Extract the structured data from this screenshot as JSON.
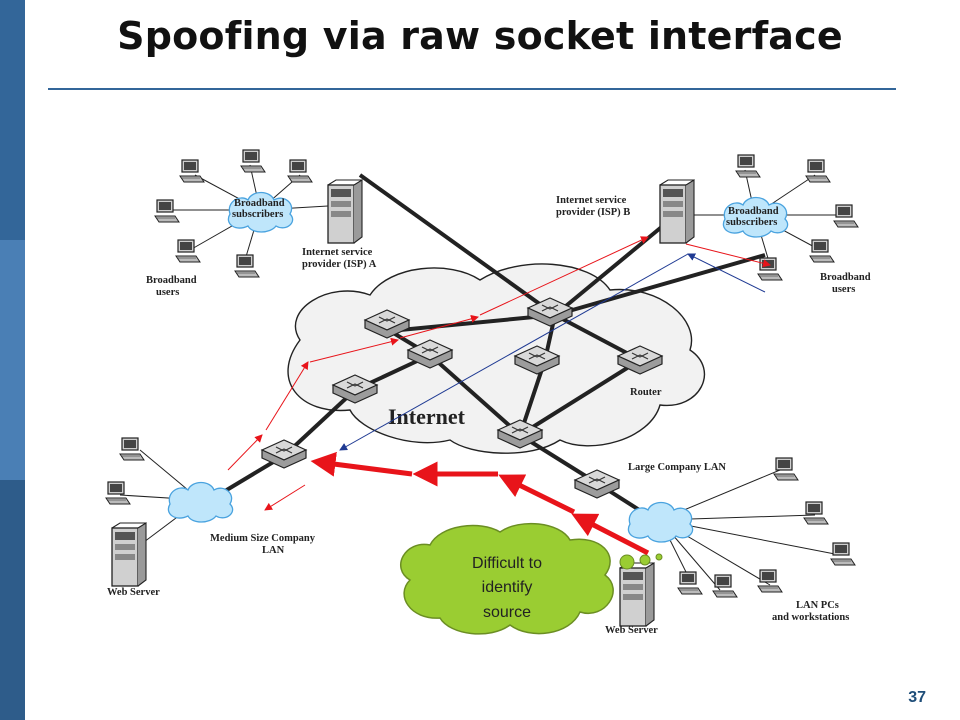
{
  "slide": {
    "title": "Spoofing via raw socket interface",
    "page_number": "37",
    "accent_color": "#336699",
    "sidebar_colors": [
      "#336699",
      "#4a7fb5",
      "#2e5c8a"
    ]
  },
  "diagram": {
    "internet_label": "Internet",
    "router_label": "Router",
    "isp_a_label": [
      "Internet service",
      "provider (ISP) A"
    ],
    "isp_b_label": [
      "Internet service",
      "provider (ISP) B"
    ],
    "broadband_subscribers_label": [
      "Broadband",
      "subscribers"
    ],
    "broadband_users_label": [
      "Broadband",
      "users"
    ],
    "medium_lan_label": [
      "Medium Size Company",
      "LAN"
    ],
    "large_lan_label": "Large Company LAN",
    "web_server_label": "Web Server",
    "lan_pcs_label": [
      "LAN PCs",
      "and workstations"
    ],
    "callout_text": [
      "Difficult to",
      "identify",
      "source"
    ],
    "callout_color": "#9acd32",
    "spoof_arrow_color": "#e8141a",
    "reply_arrow_color": "#1f3a93"
  }
}
